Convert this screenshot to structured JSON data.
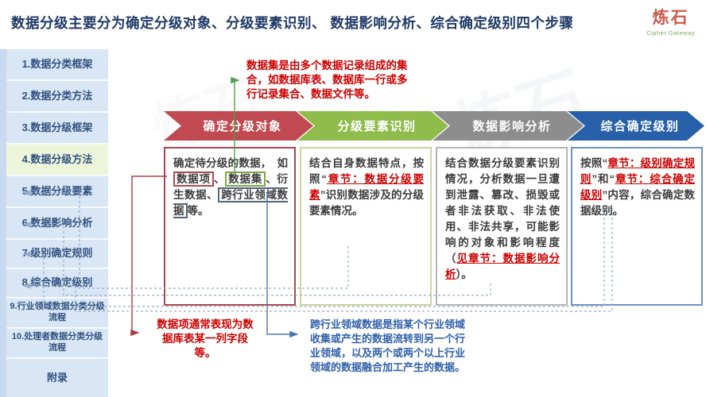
{
  "header": {
    "title": "数据分级主要分为确定分级对象、分级要素识别、 数据影响分析、综合确定级别四个步骤"
  },
  "logo": {
    "name": "炼石",
    "subtitle": "Cipher Gateway"
  },
  "watermark": "炼石",
  "sidebar": {
    "items": [
      {
        "label": "1.数据分类框架",
        "active": false
      },
      {
        "label": "2.数据分类方法",
        "active": false
      },
      {
        "label": "3.数据分级框架",
        "active": false
      },
      {
        "label": "4.数据分级方法",
        "active": true
      },
      {
        "label": "5.数据分级要素",
        "active": false
      },
      {
        "label": "6.数据影响分析",
        "active": false
      },
      {
        "label": "7.级别确定规则",
        "active": false
      },
      {
        "label": "8.综合确定级别",
        "active": false
      },
      {
        "label": "9.行业领域数据分类分级流程",
        "active": false
      },
      {
        "label": "10.处理者数据分类分级流程",
        "active": false
      },
      {
        "label": "附录",
        "active": false
      }
    ]
  },
  "steps": [
    {
      "header": "确定分级对象",
      "color": "#c14a52",
      "border": "#a6494e",
      "body": [
        {
          "t": "确定待分级的数据，　如"
        },
        {
          "t": "数据项",
          "s": "term-red"
        },
        {
          "t": "、"
        },
        {
          "t": "数据集",
          "s": "term-green"
        },
        {
          "t": "、衍生数据、"
        },
        {
          "t": "跨行业领域数据",
          "s": "term-blue"
        },
        {
          "t": "等。"
        }
      ]
    },
    {
      "header": "分级要素识别",
      "color": "#90bc4c",
      "border": "#ccd49c",
      "body": [
        {
          "t": "结合自身数据特点，按照“"
        },
        {
          "t": "章节：数据分级要素",
          "s": "ref"
        },
        {
          "t": "”识别数据涉及的分级要素情况。"
        }
      ]
    },
    {
      "header": "数据影响分析",
      "color": "#8d8d8d",
      "border": "#b5b5b5",
      "body": [
        {
          "t": "结合数据分级要素识别情况，分析数据一旦遭到泄露、篡改、损毁或者非法获取、非法使用、非法共享，可能影响的对象和影响程度（"
        },
        {
          "t": "见章节：数据影响分析",
          "s": "ref"
        },
        {
          "t": "）。"
        }
      ]
    },
    {
      "header": "综合确定级别",
      "color": "#2760a8",
      "border": "#6f93c0",
      "body": [
        {
          "t": "按照“"
        },
        {
          "t": "章节：级别确定规则",
          "s": "ref"
        },
        {
          "t": "”和“"
        },
        {
          "t": "章节：综合确定级别",
          "s": "ref"
        },
        {
          "t": "”内容，综合确定数据级别。"
        }
      ]
    }
  ],
  "annotations": {
    "dataset_note": "数据集是由多个数据记录组成的集合，如数据库表、数据库一行或多行记录集合、数据文件等。",
    "dataitem_note": "数据项通常表现为数据库表某一列字段等。",
    "crossdomain_note": "跨行业领域数据是指某个行业领域收集或产生的数据流转到另一个行业领域，以及两个或两个以上行业领域的数据融合加工产生的数据。"
  }
}
